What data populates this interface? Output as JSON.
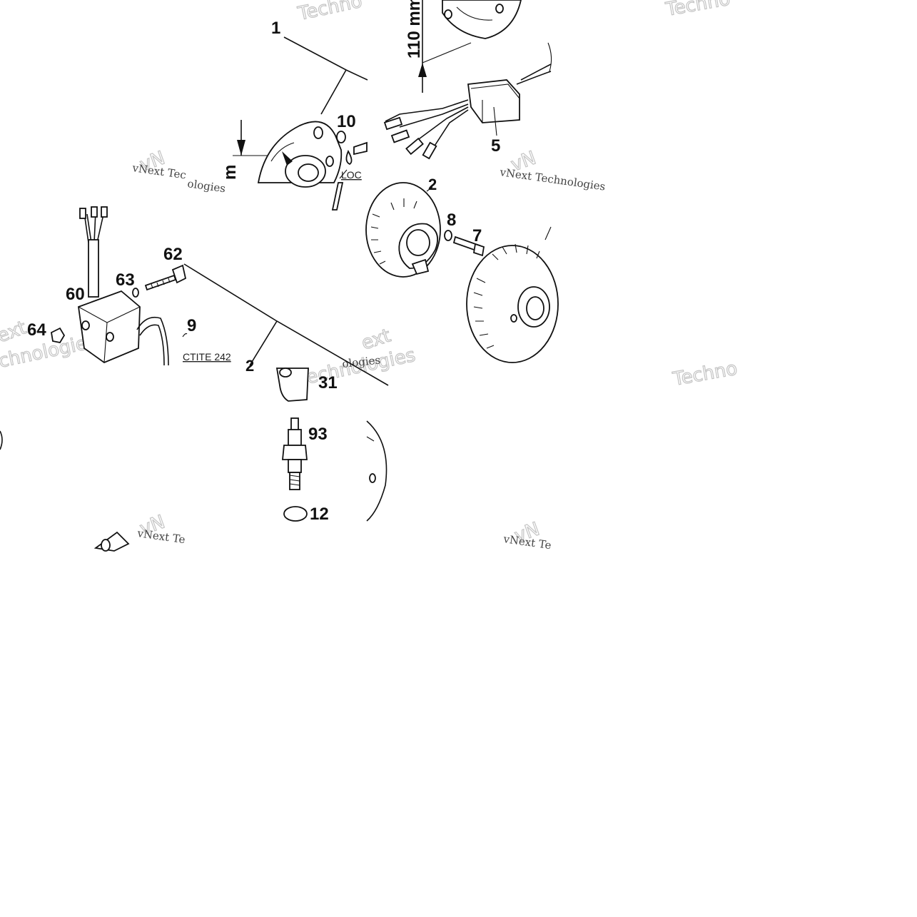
{
  "diagram": {
    "callouts": {
      "c1": "1",
      "c2_top": "2",
      "c2_bottom": "2",
      "c5": "5",
      "c7": "7",
      "c8": "8",
      "c9": "9",
      "c10": "10",
      "c12": "12",
      "c31": "31",
      "c60": "60",
      "c62": "62",
      "c63": "63",
      "c64": "64",
      "c93": "93"
    },
    "dimensions": {
      "dim_110": "110 mm",
      "dim_left_fragment": "m"
    },
    "notes": {
      "loctite_242": "CTITE 242",
      "loctite_top": "LOC"
    },
    "watermarks": {
      "vnext_1": "vNext Tec",
      "vnext_2": "vNext Technologies",
      "vnext_3": "vNext Te",
      "vnext_4": "vNext Te",
      "techno_1": "Techno",
      "techno_2": "Techno",
      "techno_3": "Techno",
      "techno_4": "chnologies",
      "techno_5": "Technologies",
      "ologies_1": "ologies",
      "ologies_2": "ologies",
      "ext_1": "ext",
      "ext_2": "ext"
    },
    "colors": {
      "line": "#111111",
      "background": "#ffffff",
      "watermark": "#c4c4c4"
    }
  }
}
